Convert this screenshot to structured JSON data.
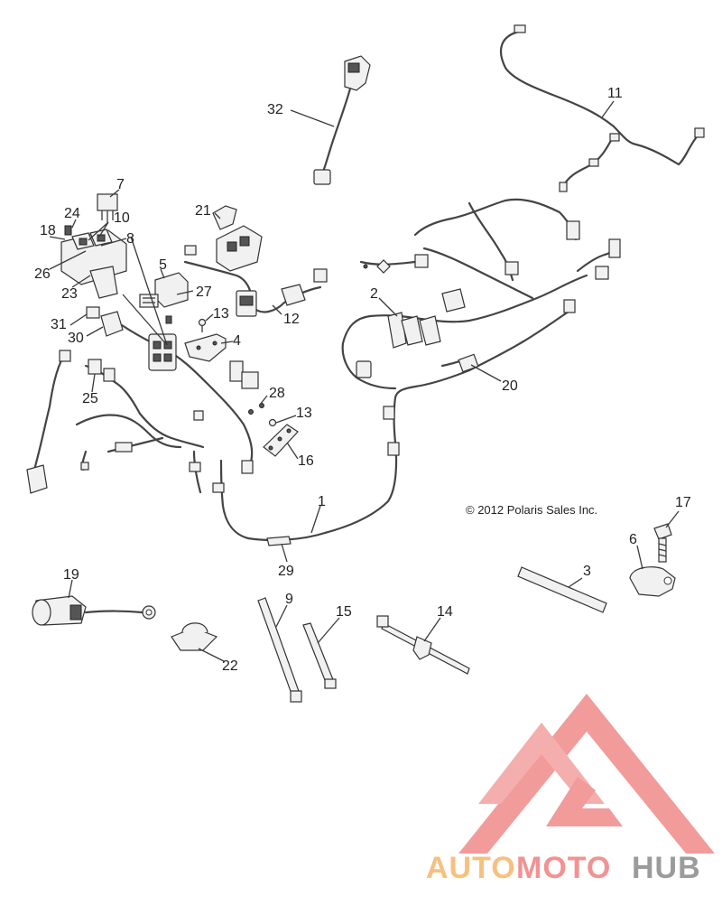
{
  "callouts": [
    {
      "id": "1",
      "text": "1"
    },
    {
      "id": "2",
      "text": "2"
    },
    {
      "id": "3",
      "text": "3"
    },
    {
      "id": "4",
      "text": "4"
    },
    {
      "id": "5",
      "text": "5"
    },
    {
      "id": "6",
      "text": "6"
    },
    {
      "id": "7",
      "text": "7"
    },
    {
      "id": "8",
      "text": "8"
    },
    {
      "id": "9",
      "text": "9"
    },
    {
      "id": "10",
      "text": "10"
    },
    {
      "id": "11",
      "text": "11"
    },
    {
      "id": "12",
      "text": "12"
    },
    {
      "id": "13a",
      "text": "13"
    },
    {
      "id": "13b",
      "text": "13"
    },
    {
      "id": "14",
      "text": "14"
    },
    {
      "id": "15",
      "text": "15"
    },
    {
      "id": "16",
      "text": "16"
    },
    {
      "id": "17",
      "text": "17"
    },
    {
      "id": "18",
      "text": "18"
    },
    {
      "id": "19",
      "text": "19"
    },
    {
      "id": "20",
      "text": "20"
    },
    {
      "id": "21",
      "text": "21"
    },
    {
      "id": "22",
      "text": "22"
    },
    {
      "id": "23",
      "text": "23"
    },
    {
      "id": "24",
      "text": "24"
    },
    {
      "id": "25",
      "text": "25"
    },
    {
      "id": "26",
      "text": "26"
    },
    {
      "id": "27",
      "text": "27"
    },
    {
      "id": "28",
      "text": "28"
    },
    {
      "id": "29",
      "text": "29"
    },
    {
      "id": "30",
      "text": "30"
    },
    {
      "id": "31",
      "text": "31"
    },
    {
      "id": "32",
      "text": "32"
    }
  ],
  "copyright": "© 2012 Polaris Sales Inc.",
  "watermark": {
    "part1": "AUTO",
    "part2": "MOTO",
    "part3": "HUB",
    "color_orange": "#f7b66a",
    "color_red": "#f08080",
    "color_gray": "#8a8a8a"
  }
}
